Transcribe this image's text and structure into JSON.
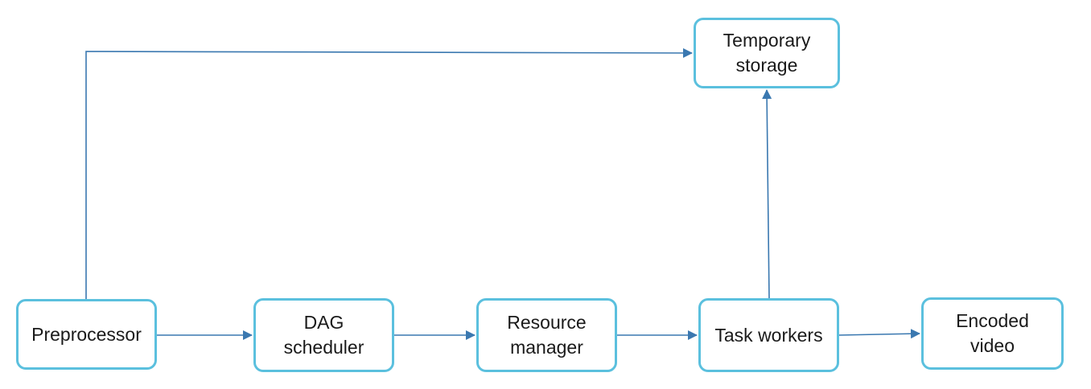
{
  "diagram": {
    "nodes": [
      {
        "id": "temporary-storage",
        "label": "Temporary\nstorage"
      },
      {
        "id": "preprocessor",
        "label": "Preprocessor"
      },
      {
        "id": "dag-scheduler",
        "label": "DAG\nscheduler"
      },
      {
        "id": "resource-manager",
        "label": "Resource\nmanager"
      },
      {
        "id": "task-workers",
        "label": "Task workers"
      },
      {
        "id": "encoded-video",
        "label": "Encoded\nvideo"
      }
    ],
    "edges": [
      {
        "from": "preprocessor",
        "to": "temporary-storage"
      },
      {
        "from": "preprocessor",
        "to": "dag-scheduler"
      },
      {
        "from": "dag-scheduler",
        "to": "resource-manager"
      },
      {
        "from": "resource-manager",
        "to": "task-workers"
      },
      {
        "from": "task-workers",
        "to": "encoded-video"
      },
      {
        "from": "task-workers",
        "to": "temporary-storage"
      }
    ],
    "colors": {
      "node_border": "#5bc0de",
      "arrow": "#3a78b0",
      "text": "#1a1a1a",
      "background": "#ffffff"
    }
  }
}
